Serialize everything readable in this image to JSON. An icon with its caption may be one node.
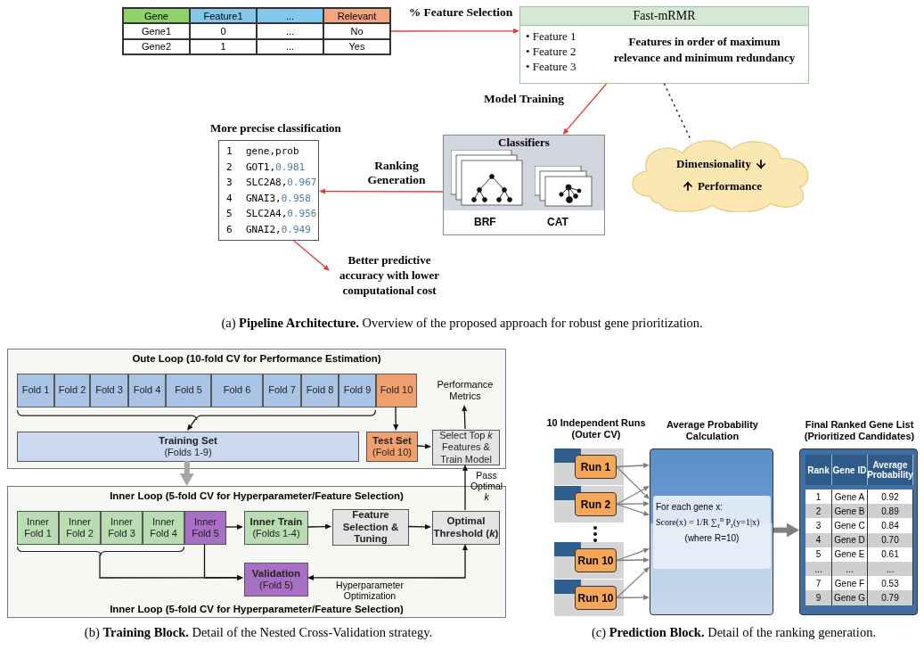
{
  "diagram": {
    "nodes": [
      {
        "text": [
          "Gene",
          "Feature1",
          "...",
          "Relevant",
          "Gene1",
          "0",
          "...",
          "No",
          "Gene2",
          "1",
          "...",
          "Yes"
        ]
      },
      {
        "text": [
          "Fast-mRMR",
          "• Feature 1",
          "• Feature 2",
          "• Feature 3",
          "Features in order of maximum relevance and minimum redundancy"
        ]
      },
      {
        "text": [
          "Classifiers",
          "BRF",
          "CAT"
        ]
      },
      {
        "text": [
          "Dimensionality",
          "Performance"
        ]
      },
      {
        "text": [
          "More precise classification",
          "1",
          "gene,prob",
          "2",
          "GOT1,0.981",
          "3",
          "SLC2A8,0.967",
          "4",
          "GNAI3,0.958",
          "5",
          "SLC2A4,0.956",
          "6",
          "GNAI2,0.949"
        ]
      },
      {
        "text": [
          "Better predictive accuracy with lower computational cost"
        ]
      },
      {
        "text": [
          "Oute Loop (10-fold CV for Performance Estimation)"
        ]
      },
      {
        "text": [
          "Fold 1"
        ],
        "in": 6
      },
      {
        "text": [
          "Fold 2"
        ],
        "in": 6
      },
      {
        "text": [
          "Fold 3"
        ],
        "in": 6
      },
      {
        "text": [
          "Fold 4"
        ],
        "in": 6
      },
      {
        "text": [
          "Fold 5"
        ],
        "in": 6
      },
      {
        "text": [
          "Fold 6"
        ],
        "in": 6
      },
      {
        "text": [
          "Fold 7"
        ],
        "in": 6
      },
      {
        "text": [
          "Fold 8"
        ],
        "in": 6
      },
      {
        "text": [
          "Fold 9"
        ],
        "in": 6
      },
      {
        "text": [
          "Fold 10"
        ],
        "in": 6
      },
      {
        "text": [
          "Training Set",
          "(Folds 1-9)"
        ],
        "in": 6
      },
      {
        "text": [
          "Test Set",
          "(Fold 10)"
        ],
        "in": 6
      },
      {
        "text": [
          "Select Top *k* Features & Train Model"
        ],
        "in": 6
      },
      {
        "text": [
          "Performance Metrics"
        ],
        "in": 6
      },
      {
        "text": [
          "Inner Loop (5-fold CV for Hyperparameter/Feature Selection)",
          "Inner Loop (5-fold CV for Hyperparameter/Feature Selection)"
        ]
      },
      {
        "text": [
          "Inner Fold 1"
        ],
        "in": 21
      },
      {
        "text": [
          "Inner Fold 2"
        ],
        "in": 21
      },
      {
        "text": [
          "Inner Fold 3"
        ],
        "in": 21
      },
      {
        "text": [
          "Inner Fold 4"
        ],
        "in": 21
      },
      {
        "text": [
          "Inner Fold 5"
        ],
        "in": 21
      },
      {
        "text": [
          "Inner Train",
          "(Folds 1-4)"
        ],
        "in": 21
      },
      {
        "text": [
          "Feature Selection & Tuning"
        ],
        "in": 21
      },
      {
        "text": [
          "Optimal Threshold (*k*)"
        ],
        "in": 21
      },
      {
        "text": [
          "Validation",
          "(Fold 5)"
        ],
        "in": 21
      },
      {
        "text": [
          "Run 1"
        ]
      },
      {
        "text": [
          "Run 2"
        ]
      },
      {
        "text": [
          "Run 10"
        ]
      },
      {
        "text": [
          "Run 10"
        ]
      },
      {
        "text": [
          "Average Probability Calculation",
          "For each gene x:",
          "Score(x) = 1/R ∑$_{r}$$^{n}$ P$_{r}$(y=1|x)",
          "(where R=10)"
        ]
      },
      {
        "text": [
          "Final Ranked Gene List (Prioritized Candidates)",
          "Rank",
          "Gene ID",
          "Average Probability",
          "1",
          "Gene A",
          "0.92",
          "2",
          "Gene B",
          "0.89",
          "3",
          "Gene C",
          "0.84",
          "4",
          "Gene D",
          "0.70",
          "5",
          "Gene E",
          "0.61",
          "...",
          "...",
          "...",
          "7",
          "Gene F",
          "0.53",
          "9",
          "Gene G",
          "0.79"
        ]
      },
      {
        "text": [],
        "shape": "bracket",
        "in": 6
      },
      {
        "text": [],
        "shape": "bracket",
        "in": 21
      }
    ],
    "edges": [
      {
        "from": 0,
        "to": 1,
        "arrow": "to",
        "label": "% Feature Selection",
        "color": "#e53935"
      },
      {
        "from": 1,
        "to": 2,
        "arrow": "to",
        "label": "Model Training",
        "color": "#e53935"
      },
      {
        "from": 1,
        "to": 3,
        "arrow": "none",
        "style": "dashed"
      },
      {
        "from": 2,
        "to": 4,
        "arrow": "to",
        "label": "Ranking Generation",
        "color": "#e53935"
      },
      {
        "from": 4,
        "to": 5,
        "arrow": "to",
        "color": "#e53935"
      },
      {
        "from": 37,
        "to": 17,
        "arrow": "to"
      },
      {
        "from": 16,
        "to": 18,
        "arrow": "to"
      },
      {
        "from": 18,
        "to": 19,
        "arrow": "to"
      },
      {
        "from": 19,
        "to": 20,
        "arrow": "to"
      },
      {
        "from": 17,
        "to": 21,
        "arrow": "to",
        "style": "thick",
        "color": "#a6a6a6"
      },
      {
        "from": 29,
        "to": 19,
        "arrow": "to",
        "label": "Pass Optimal *k*"
      },
      {
        "from": 26,
        "to": 27,
        "arrow": "to"
      },
      {
        "from": 27,
        "to": 28,
        "arrow": "to"
      },
      {
        "from": 28,
        "to": 29,
        "arrow": "to"
      },
      {
        "from": 38,
        "to": 30,
        "arrow": "to"
      },
      {
        "from": 26,
        "to": 30,
        "arrow": "to"
      },
      {
        "from": 30,
        "to": 29,
        "arrow": "both",
        "label": "Hyperparameter Optimization"
      },
      {
        "from": 31,
        "to": 35,
        "arrow": "to",
        "color": "#7f7f7f"
      },
      {
        "from": 31,
        "to": 35,
        "arrow": "to",
        "color": "#7f7f7f"
      },
      {
        "from": 32,
        "to": 35,
        "arrow": "to",
        "color": "#7f7f7f"
      },
      {
        "from": 32,
        "to": 35,
        "arrow": "to",
        "color": "#7f7f7f"
      },
      {
        "from": 32,
        "to": 35,
        "arrow": "to",
        "color": "#7f7f7f"
      },
      {
        "from": 33,
        "to": 35,
        "arrow": "to",
        "color": "#7f7f7f"
      },
      {
        "from": 33,
        "to": 35,
        "arrow": "to",
        "color": "#7f7f7f"
      },
      {
        "from": 34,
        "to": 35,
        "arrow": "to",
        "color": "#7f7f7f"
      },
      {
        "from": 34,
        "to": 35,
        "arrow": "to",
        "color": "#7f7f7f"
      },
      {
        "from": 35,
        "to": 36,
        "arrow": "to",
        "style": "thick",
        "color": "#7f7f7f"
      }
    ],
    "labels": [
      "(a) **Pipeline Architecture.** Overview of the proposed approach for robust gene prioritization.",
      "10 Independent Runs (Outer CV)",
      "(b) **Training Block.** Detail of the Nested Cross-Validation strategy.",
      "(c) **Prediction Block.** Detail of the ranking generation."
    ]
  }
}
